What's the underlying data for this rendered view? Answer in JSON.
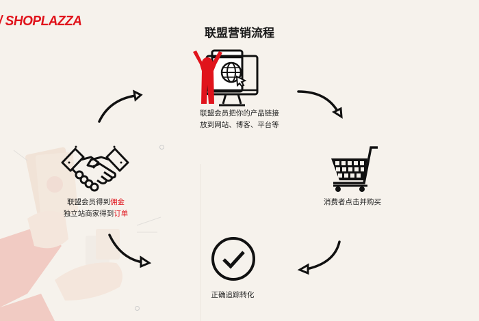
{
  "brand": {
    "logo_text": "SHOPLAZZA",
    "color": "#e0141c"
  },
  "title": "联盟营销流程",
  "steps": [
    {
      "id": "share",
      "icon": "person-with-web-monitor-icon",
      "lines": [
        "联盟会员把你的产品链接",
        "放到网站、博客、平台等"
      ]
    },
    {
      "id": "purchase",
      "icon": "shopping-cart-icon",
      "lines": [
        "消费者点击并购买"
      ]
    },
    {
      "id": "tracking",
      "icon": "check-circle-icon",
      "lines": [
        "正确追踪转化"
      ]
    },
    {
      "id": "reward",
      "icon": "handshake-icon",
      "line1_prefix": "联盟会员得到",
      "line1_highlight": "佣金",
      "line2_prefix": "独立站商家得到",
      "line2_highlight": "订单"
    }
  ],
  "colors": {
    "accent": "#e0141c",
    "background": "#f6f2ec",
    "text": "#222222"
  }
}
